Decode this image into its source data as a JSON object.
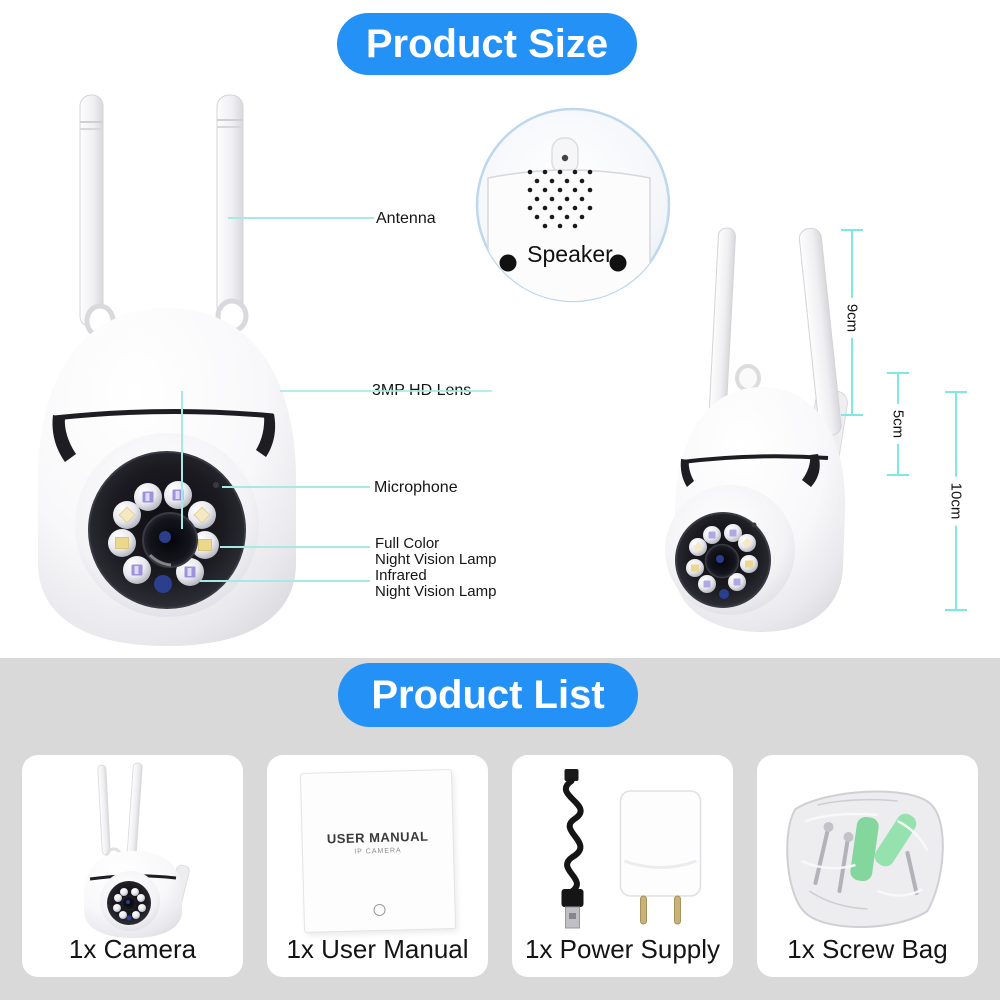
{
  "colors": {
    "accent_blue": "#2491f6",
    "leader_line": "#a9e9e5",
    "dimension_line": "#7fe8e0",
    "section_bg": "#d9d9d9"
  },
  "size_section": {
    "title": "Product Size",
    "callouts": {
      "antenna": "Antenna",
      "speaker": "Speaker",
      "lens": "3MP HD Lens",
      "microphone": "Microphone",
      "full_color_lamp": [
        "Full Color",
        "Night Vision Lamp"
      ],
      "infrared_lamp": [
        "Infrared",
        "Night Vision Lamp"
      ]
    },
    "dimensions": {
      "antenna": "9cm",
      "bracket": "5cm",
      "body": "10cm"
    }
  },
  "list_section": {
    "title": "Product List",
    "items": [
      {
        "label": "1x Camera"
      },
      {
        "label": "1x User Manual",
        "cover_title": "USER MANUAL",
        "cover_subtitle": "IP CAMERA"
      },
      {
        "label": "1x Power Supply"
      },
      {
        "label": "1x Screw Bag"
      }
    ]
  }
}
